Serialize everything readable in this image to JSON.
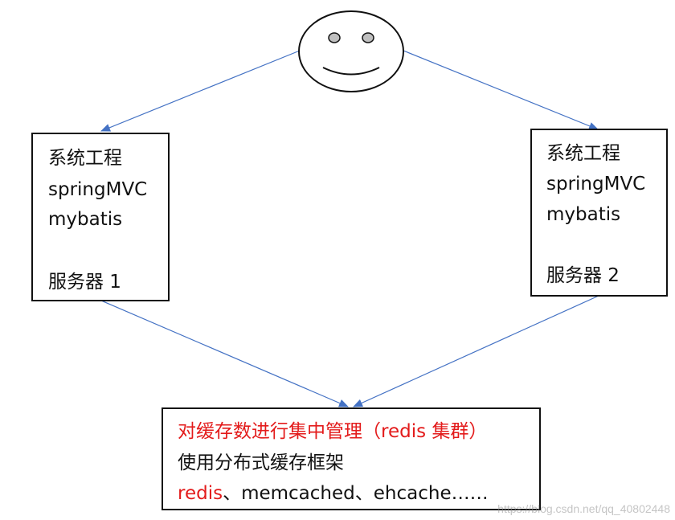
{
  "colors": {
    "arrow": "#4472c4",
    "border": "#111111",
    "highlight": "#e31b1b",
    "eye": "#bfbfbf"
  },
  "client": {
    "icon": "smiley-face-icon"
  },
  "server1": {
    "lines": [
      "系统工程",
      "springMVC",
      "mybatis"
    ],
    "label": "服务器 1"
  },
  "server2": {
    "lines": [
      "系统工程",
      "springMVC",
      "mybatis"
    ],
    "label": "服务器 2"
  },
  "cache": {
    "title": "对缓存数进行集中管理（redis 集群）",
    "subtitle": "使用分布式缓存框架",
    "frameworks_highlight": "redis",
    "frameworks_rest": "、memcached、ehcache……"
  },
  "watermark": "https://blog.csdn.net/qq_40802448"
}
